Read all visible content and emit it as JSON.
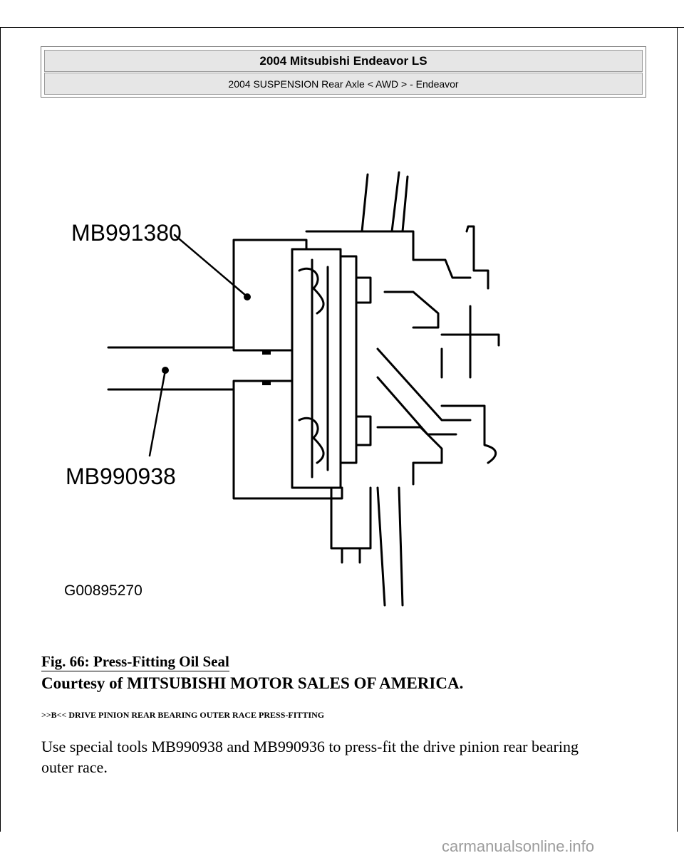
{
  "header": {
    "title": "2004 Mitsubishi Endeavor LS",
    "subtitle": "2004 SUSPENSION Rear Axle < AWD > - Endeavor"
  },
  "figure": {
    "labels": {
      "upper_tool": "MB991380",
      "lower_tool": "MB990938",
      "image_code": "G00895270"
    }
  },
  "caption": {
    "title": "Fig. 66: Press-Fitting Oil Seal",
    "credit": "Courtesy of MITSUBISHI MOTOR SALES OF AMERICA."
  },
  "section": {
    "heading": ">>B<< DRIVE PINION REAR BEARING OUTER RACE PRESS-FITTING",
    "body": "Use special tools MB990938 and MB990936 to press-fit the drive pinion rear bearing outer race."
  },
  "watermark": "carmanualsonline.info"
}
